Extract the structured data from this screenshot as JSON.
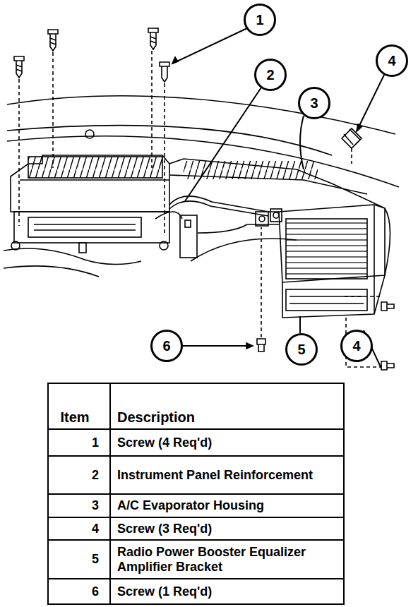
{
  "diagram": {
    "nodes": [
      {
        "text": [
          "1"
        ]
      },
      {
        "text": [
          "2"
        ]
      },
      {
        "text": [
          "4"
        ]
      },
      {
        "text": [
          "3"
        ]
      },
      {
        "text": [
          "6"
        ]
      },
      {
        "text": [
          "5"
        ]
      },
      {
        "text": [
          "4"
        ]
      }
    ],
    "labels": [
      "Item",
      "Description",
      "1",
      "Screw (4 Req'd)",
      "2",
      "Instrument Panel Reinforcement",
      "3",
      "A/C Evaporator Housing",
      "4",
      "Screw (3 Req'd)",
      "5",
      "Radio Power Booster Equalizer Amplifier Bracket",
      "6",
      "Screw (1 Req'd)"
    ]
  }
}
